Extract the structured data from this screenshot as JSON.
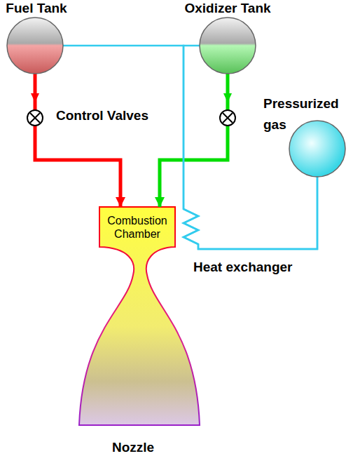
{
  "diagram": {
    "nodes": [
      {
        "text": [
          "Fuel Tank"
        ]
      },
      {
        "text": [
          "Oxidizer Tank"
        ]
      },
      {
        "text": [
          "Pressurized gas"
        ]
      },
      {
        "text": [
          "Combustion Chamber"
        ]
      }
    ],
    "edges": [
      {
        "from": 0,
        "to": 3,
        "arrow": "to"
      },
      {
        "from": 1,
        "to": 3,
        "arrow": "to"
      },
      {
        "from": 2,
        "to": 0,
        "arrow": "none"
      },
      {
        "from": 2,
        "to": 1,
        "arrow": "none"
      }
    ],
    "labels": [
      "Control Valves",
      "Heat exchanger",
      "Nozzle"
    ]
  }
}
